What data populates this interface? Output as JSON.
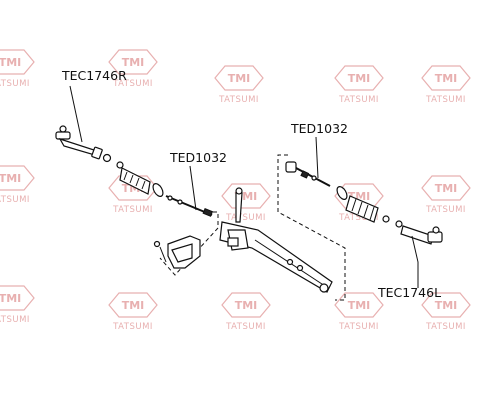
{
  "watermark": {
    "logo": "TMI",
    "name": "TATSUMI",
    "color": "#e8b0b0"
  },
  "labels": {
    "tie_rod_end_right": "TEC1746R",
    "inner_rod_left_side": "TED1032",
    "inner_rod_right_side": "TED1032",
    "tie_rod_end_left": "TEC1746L"
  },
  "icons": {
    "tie_rod_end": "tie-rod-end-icon",
    "boot": "bellows-boot-icon",
    "inner_rod": "inner-tie-rod-icon",
    "rack": "steering-rack-icon"
  }
}
